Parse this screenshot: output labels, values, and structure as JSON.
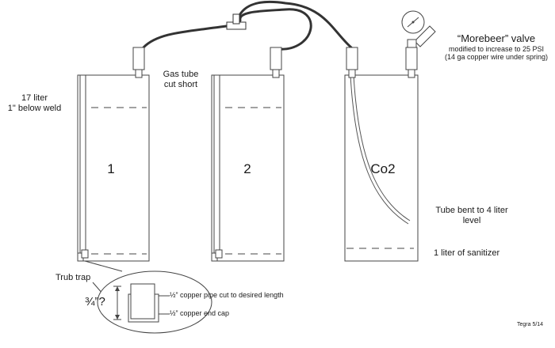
{
  "labels": {
    "volume_line1": "17 liter",
    "volume_line2": "1\" below weld",
    "gas_tube_line1": "Gas tube",
    "gas_tube_line2": "cut short",
    "valve_title": "“Morebeer” valve",
    "valve_line1": "modified to increase to 25 PSI",
    "valve_line2": "(14 ga copper wire under spring)",
    "tube_bent_line1": "Tube bent to 4 liter",
    "tube_bent_line2": "level",
    "sanitizer": "1 liter of sanitizer",
    "trub_trap": "Trub trap",
    "pipe_note": "½” copper pipe cut to desired length",
    "cap_note": "½” copper end cap",
    "dimension": "¾”?",
    "credit": "Tegra 5/14"
  },
  "kegs": [
    {
      "name": "1"
    },
    {
      "name": "2"
    },
    {
      "name": "Co2"
    }
  ]
}
